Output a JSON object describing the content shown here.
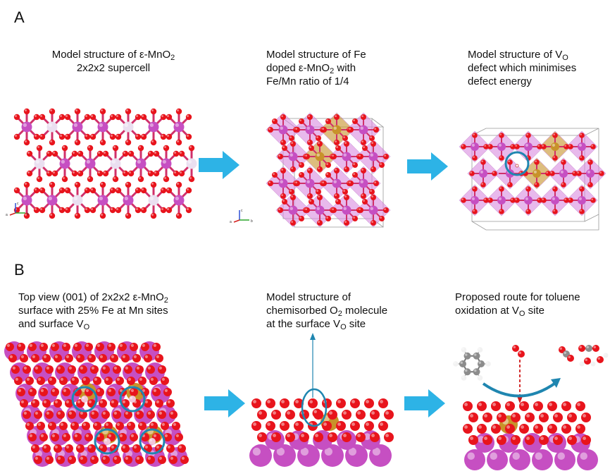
{
  "panels": {
    "a": {
      "letter": "A",
      "captions": [
        {
          "lines": [
            [
              "Model structure of ε-MnO",
              "2",
              ""
            ],
            [
              "2x2x2  supercell",
              "",
              ""
            ]
          ]
        },
        {
          "lines": [
            [
              "Model structure of Fe",
              "",
              ""
            ],
            [
              "doped ε-MnO",
              "2",
              " with"
            ],
            [
              "Fe/Mn ratio of 1/4",
              "",
              ""
            ]
          ]
        },
        {
          "lines": [
            [
              "Model structure of V",
              "O",
              ""
            ],
            [
              "defect which minimises",
              "",
              ""
            ],
            [
              "defect energy",
              "",
              ""
            ]
          ]
        }
      ]
    },
    "b": {
      "letter": "B",
      "captions": [
        {
          "lines": [
            [
              "Top view (001) of 2x2x2  ε-MnO",
              "2",
              ""
            ],
            [
              "surface with 25% Fe at Mn sites",
              "",
              ""
            ],
            [
              "and surface V",
              "O",
              ""
            ]
          ]
        },
        {
          "lines": [
            [
              "Model structure of",
              "",
              ""
            ],
            [
              "chemisorbed O",
              "2",
              " molecule"
            ],
            [
              "at the surface V",
              "O",
              " site"
            ]
          ]
        },
        {
          "lines": [
            [
              "Proposed route for toluene",
              "",
              ""
            ],
            [
              "oxidation at V",
              "O",
              " site"
            ]
          ]
        }
      ]
    }
  },
  "colors": {
    "oxygen": "#e8141c",
    "manganese": "#c64fc2",
    "iron": "#c8922a",
    "polyhedron": "#d98be0",
    "arrow": "#2db3e6",
    "marker": "#1f86b0",
    "hydrogen": "#f2f2f2",
    "carbon": "#8c8c8c"
  },
  "axes": [
    "c",
    "a",
    "b"
  ]
}
